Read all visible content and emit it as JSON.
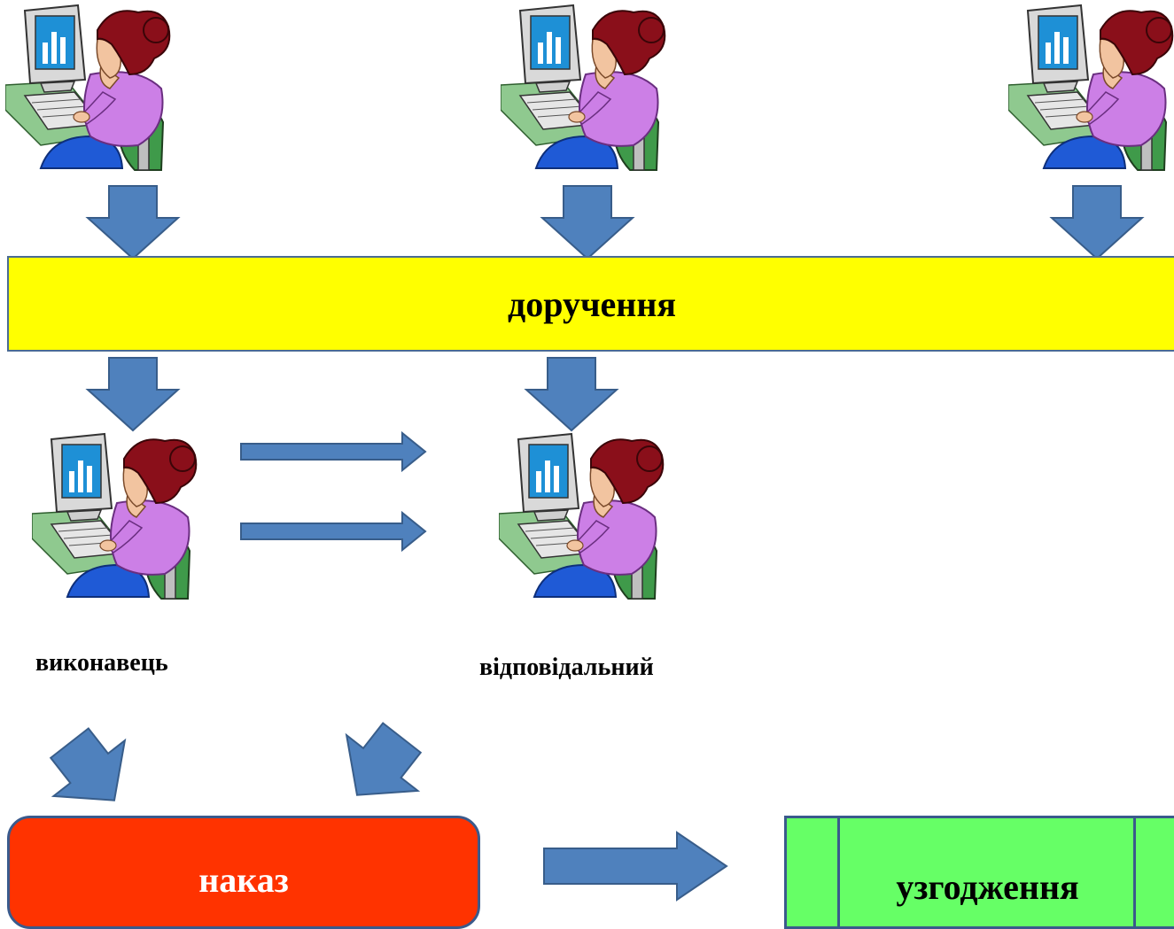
{
  "diagram": {
    "banner_label": "доручення",
    "performer_label": "виконавець",
    "responsible_label": "відповідальний",
    "order_label": "наказ",
    "approval_label": "узгодження",
    "colors": {
      "banner": "#ffff00",
      "order": "#ff3300",
      "approval": "#66ff66",
      "arrow": "#4f81bd",
      "outline": "#3a5a8c"
    },
    "icons": [
      "person-at-computer-icon",
      "arrow-icon"
    ]
  }
}
